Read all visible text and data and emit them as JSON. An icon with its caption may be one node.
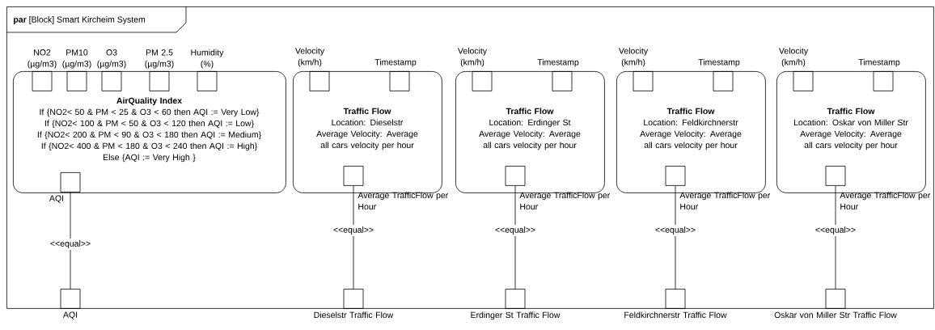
{
  "diagram": {
    "nodes": [
      {
        "text": [
          "**par** [Block] Smart Kircheim System"
        ]
      },
      {
        "text": [
          "AirQuality Index",
          "If {NO2< 50 & PM < 25 & O3 < 60 then AQI := Very Low}",
          "If {NO2< 100 & PM < 50 & O3 < 120 then AQI := Low}",
          "If {NO2< 200 & PM < 90 & O3 < 180 then AQI := Medium}",
          "If {NO2< 400 & PM < 180 & O3 < 240 then AQI := High}",
          "Else {AQI := Very High }"
        ],
        "in": 0
      },
      {
        "text": [],
        "shape": "box",
        "in": 1,
        "beside": [
          "NO2 (µg/m3)"
        ]
      },
      {
        "text": [],
        "shape": "box",
        "in": 1,
        "beside": [
          "PM10 (µg/m3)"
        ]
      },
      {
        "text": [],
        "shape": "box",
        "in": 1,
        "beside": [
          "O3 (µg/m3)"
        ]
      },
      {
        "text": [],
        "shape": "box",
        "in": 1,
        "beside": [
          "PM 2.5 (µg/m3)"
        ]
      },
      {
        "text": [],
        "shape": "box",
        "in": 1,
        "beside": [
          "Humidity (%)"
        ]
      },
      {
        "text": [],
        "shape": "box",
        "in": 1,
        "beside": [
          "AQI"
        ]
      },
      {
        "text": [
          "Traffic Flow",
          "Location: Dieselstr",
          "Average Velocity: Average all cars velocity per hour"
        ],
        "in": 0
      },
      {
        "text": [],
        "shape": "box",
        "in": 8,
        "beside": [
          "Velocity (km/h)"
        ]
      },
      {
        "text": [],
        "shape": "box",
        "in": 8,
        "beside": [
          "Timestamp"
        ]
      },
      {
        "text": [],
        "shape": "box",
        "in": 8,
        "beside": [
          "Average TrafficFlow per Hour"
        ]
      },
      {
        "text": [
          "Traffic Flow",
          "Location: Erdinger St",
          "Average Velocity: Average all cars velocity per hour"
        ],
        "in": 0
      },
      {
        "text": [],
        "shape": "box",
        "in": 12,
        "beside": [
          "Velocity (km/h)"
        ]
      },
      {
        "text": [],
        "shape": "box",
        "in": 12,
        "beside": [
          "Timestamp"
        ]
      },
      {
        "text": [],
        "shape": "box",
        "in": 12,
        "beside": [
          "Average TrafficFlow per Hour"
        ]
      },
      {
        "text": [
          "Traffic Flow",
          "Location: Feldkirchnerstr",
          "Average Velocity: Average all cars velocity per hour"
        ],
        "in": 0
      },
      {
        "text": [],
        "shape": "box",
        "in": 16,
        "beside": [
          "Velocity (km/h)"
        ]
      },
      {
        "text": [],
        "shape": "box",
        "in": 16,
        "beside": [
          "Timestamp"
        ]
      },
      {
        "text": [],
        "shape": "box",
        "in": 16,
        "beside": [
          "Average TrafficFlow per Hour"
        ]
      },
      {
        "text": [
          "Traffic Flow",
          "Location: Oskar von Miller Str",
          "Average Velocity: Average all cars velocity per hour"
        ],
        "in": 0
      },
      {
        "text": [],
        "shape": "box",
        "in": 20,
        "beside": [
          "Velocity (km/h)"
        ]
      },
      {
        "text": [],
        "shape": "box",
        "in": 20,
        "beside": [
          "Timestamp"
        ]
      },
      {
        "text": [],
        "shape": "box",
        "in": 20,
        "beside": [
          "Average TrafficFlow per Hour"
        ]
      },
      {
        "text": [],
        "shape": "box",
        "in": 0,
        "beside": [
          "AQI"
        ]
      },
      {
        "text": [],
        "shape": "box",
        "in": 0,
        "beside": [
          "Dieselstr Traffic Flow"
        ]
      },
      {
        "text": [],
        "shape": "box",
        "in": 0,
        "beside": [
          "Erdinger St Traffic Flow"
        ]
      },
      {
        "text": [],
        "shape": "box",
        "in": 0,
        "beside": [
          "Feldkirchnerstr Traffic Flow"
        ]
      },
      {
        "text": [],
        "shape": "box",
        "in": 0,
        "beside": [
          "Oskar von Miller Str Traffic Flow"
        ]
      }
    ],
    "edges": [
      {
        "from": 7,
        "to": 24,
        "arrow": "none",
        "label": "<<equal>>"
      },
      {
        "from": 11,
        "to": 25,
        "arrow": "none",
        "label": "<<equal>>"
      },
      {
        "from": 15,
        "to": 26,
        "arrow": "none",
        "label": "<<equal>>"
      },
      {
        "from": 19,
        "to": 27,
        "arrow": "none",
        "label": "<<equal>>"
      },
      {
        "from": 23,
        "to": 28,
        "arrow": "none",
        "label": "<<equal>>"
      }
    ]
  }
}
